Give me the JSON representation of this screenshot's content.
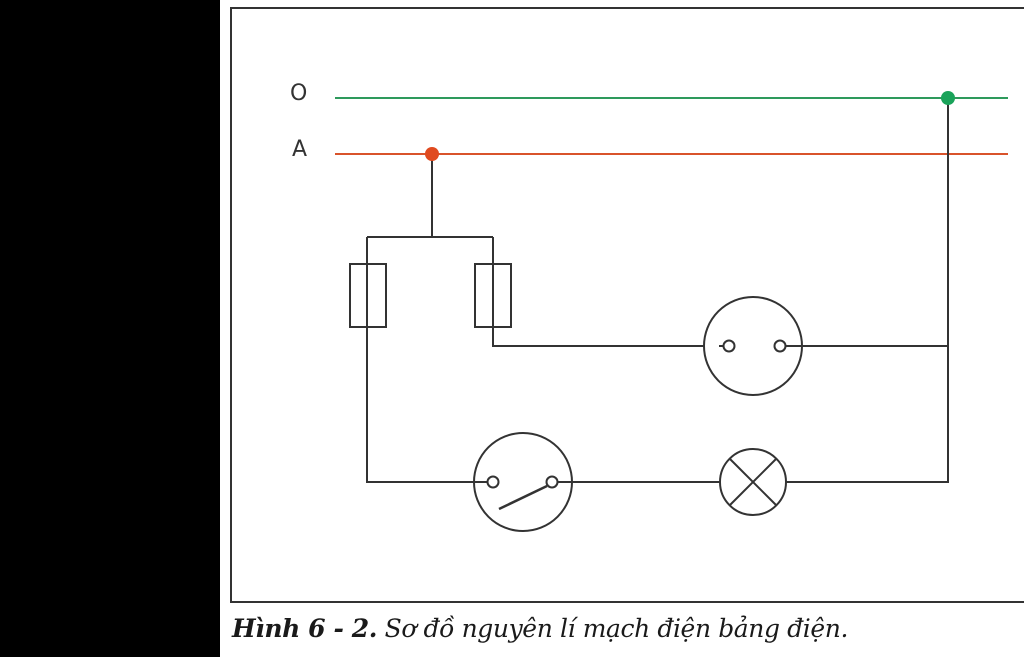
{
  "labels": {
    "neutral": "O",
    "phase": "A"
  },
  "caption": {
    "figure_label": "Hình 6 - 2.",
    "text": "Sơ đồ nguyên lí mạch điện bảng điện."
  },
  "colors": {
    "neutral_line": "#2e9a5c",
    "phase_line": "#d9532b",
    "neutral_node": "#1aa35a",
    "phase_node": "#e04a1f",
    "wire": "#333333"
  }
}
